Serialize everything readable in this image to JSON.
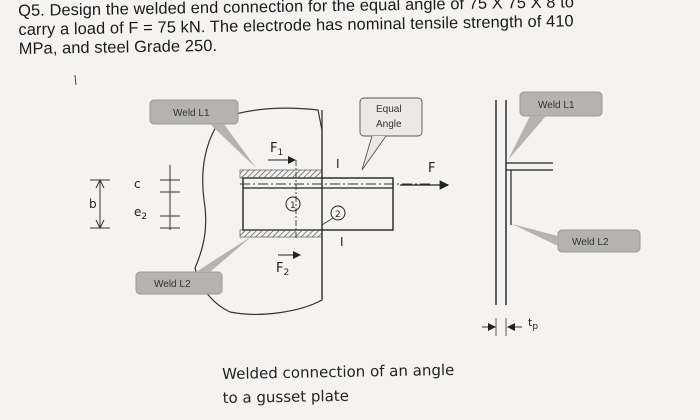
{
  "question": {
    "line1": "Q5. Design the welded end connection for the equal angle of 75 X 75 X 8 to",
    "line2": "carry a load of F = 75 kN. The electrode has nominal tensile strength of 410",
    "line3": "MPa, and steel Grade 250."
  },
  "figure": {
    "weld_l1_left": "Weld L1",
    "weld_l2_left": "Weld L2",
    "equal_angle_line1": "Equal",
    "equal_angle_line2": "Angle",
    "weld_l1_right": "Weld L1",
    "weld_l2_right": "Weld L2",
    "f1_label": "F",
    "f1_sub": "1",
    "f2_label": "F",
    "f2_sub": "2",
    "f_label": "F",
    "axis_top": "I",
    "axis_bottom": "I",
    "dim_b": "b",
    "dim_c": "c",
    "dim_e2": "e",
    "dim_e2_sub": "2",
    "circle_1": "1",
    "circle_2": "2",
    "tp_label": "t",
    "tp_sub": "p"
  },
  "caption": {
    "line1": "Welded connection of an angle",
    "line2": "to a gusset plate"
  }
}
